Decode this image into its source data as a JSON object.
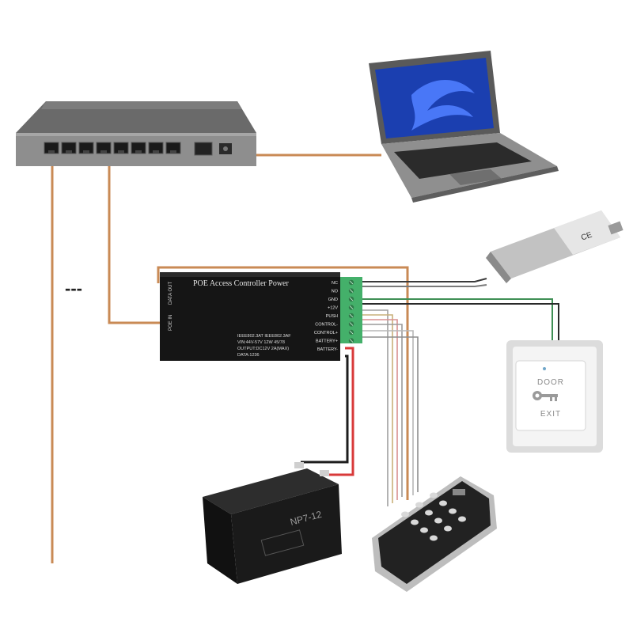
{
  "ellipsis": "---",
  "controller": {
    "title": "POE Access Controller Power",
    "port_data_out": "DATA OUT",
    "port_poe_in": "POE IN",
    "spec_1": "IEEE802.3AT  IEEE802.3AF",
    "spec_2": "VIN:44V-57V    12W  45/78",
    "spec_3": "OUTPUT:DC12V 2A(MAX)",
    "spec_4": "DATA:1236",
    "terminals": [
      "NC",
      "NO",
      "GND",
      "+12V",
      "PUSH",
      "CONTROL-",
      "CONTROL+",
      "BATTERY+",
      "BATTERY-"
    ]
  },
  "battery": {
    "model": "NP7-12"
  },
  "exit_button": {
    "line1": "DOOR",
    "line2": "EXIT"
  },
  "lock": {
    "mark": "CE"
  },
  "colors": {
    "cable_orange": "#c98a55",
    "wire_red": "#d83a3a",
    "wire_black": "#1d1d1d",
    "wire_green": "#3f8f55",
    "wire_gray": "#9a9a9a",
    "device_black": "#151515",
    "terminal_green": "#44b06a",
    "laptop_screen": "#1b3fb0"
  }
}
